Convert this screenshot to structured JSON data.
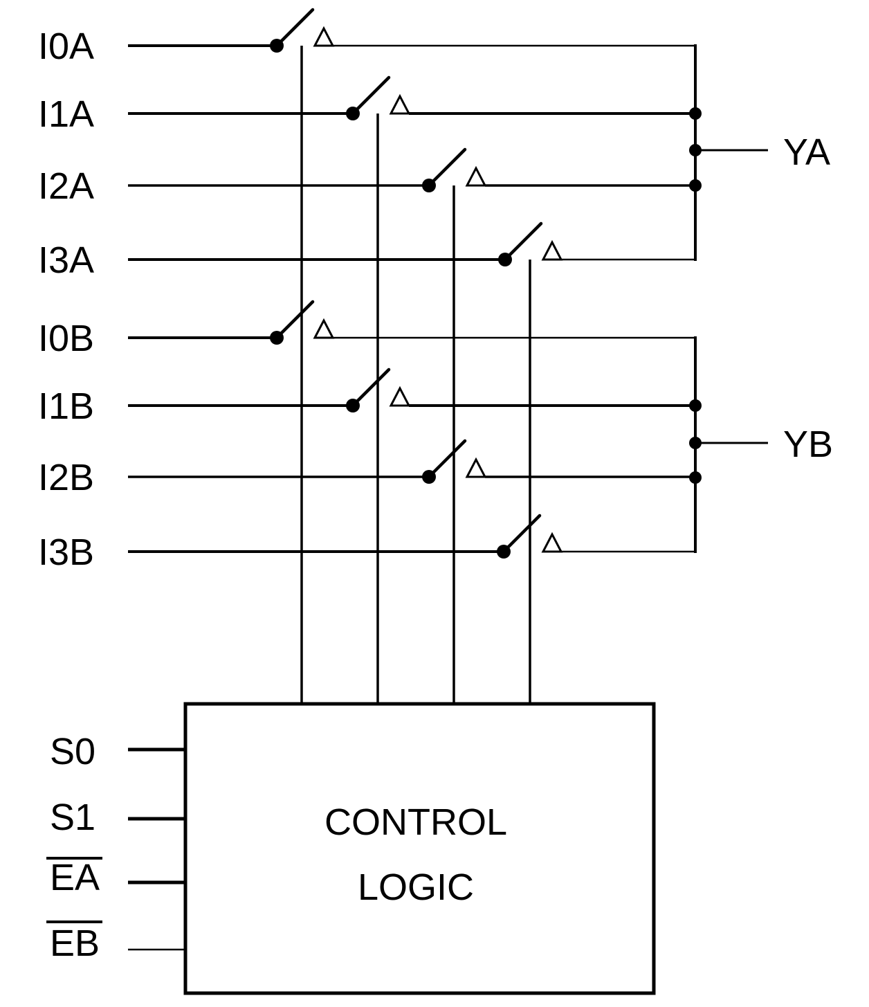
{
  "colors": {
    "background": "#ffffff",
    "ink": "#000000"
  },
  "inputs_a": [
    {
      "label": "I0A"
    },
    {
      "label": "I1A"
    },
    {
      "label": "I2A"
    },
    {
      "label": "I3A"
    }
  ],
  "inputs_b": [
    {
      "label": "I0B"
    },
    {
      "label": "I1B"
    },
    {
      "label": "I2B"
    },
    {
      "label": "I3B"
    }
  ],
  "outputs": [
    {
      "label": "YA"
    },
    {
      "label": "YB"
    }
  ],
  "control_inputs": [
    {
      "label": "S0",
      "active_low": false
    },
    {
      "label": "S1",
      "active_low": false
    },
    {
      "label": "EA",
      "active_low": true
    },
    {
      "label": "EB",
      "active_low": true
    }
  ],
  "control_block": {
    "label_line1": "CONTROL",
    "label_line2": "LOGIC"
  }
}
